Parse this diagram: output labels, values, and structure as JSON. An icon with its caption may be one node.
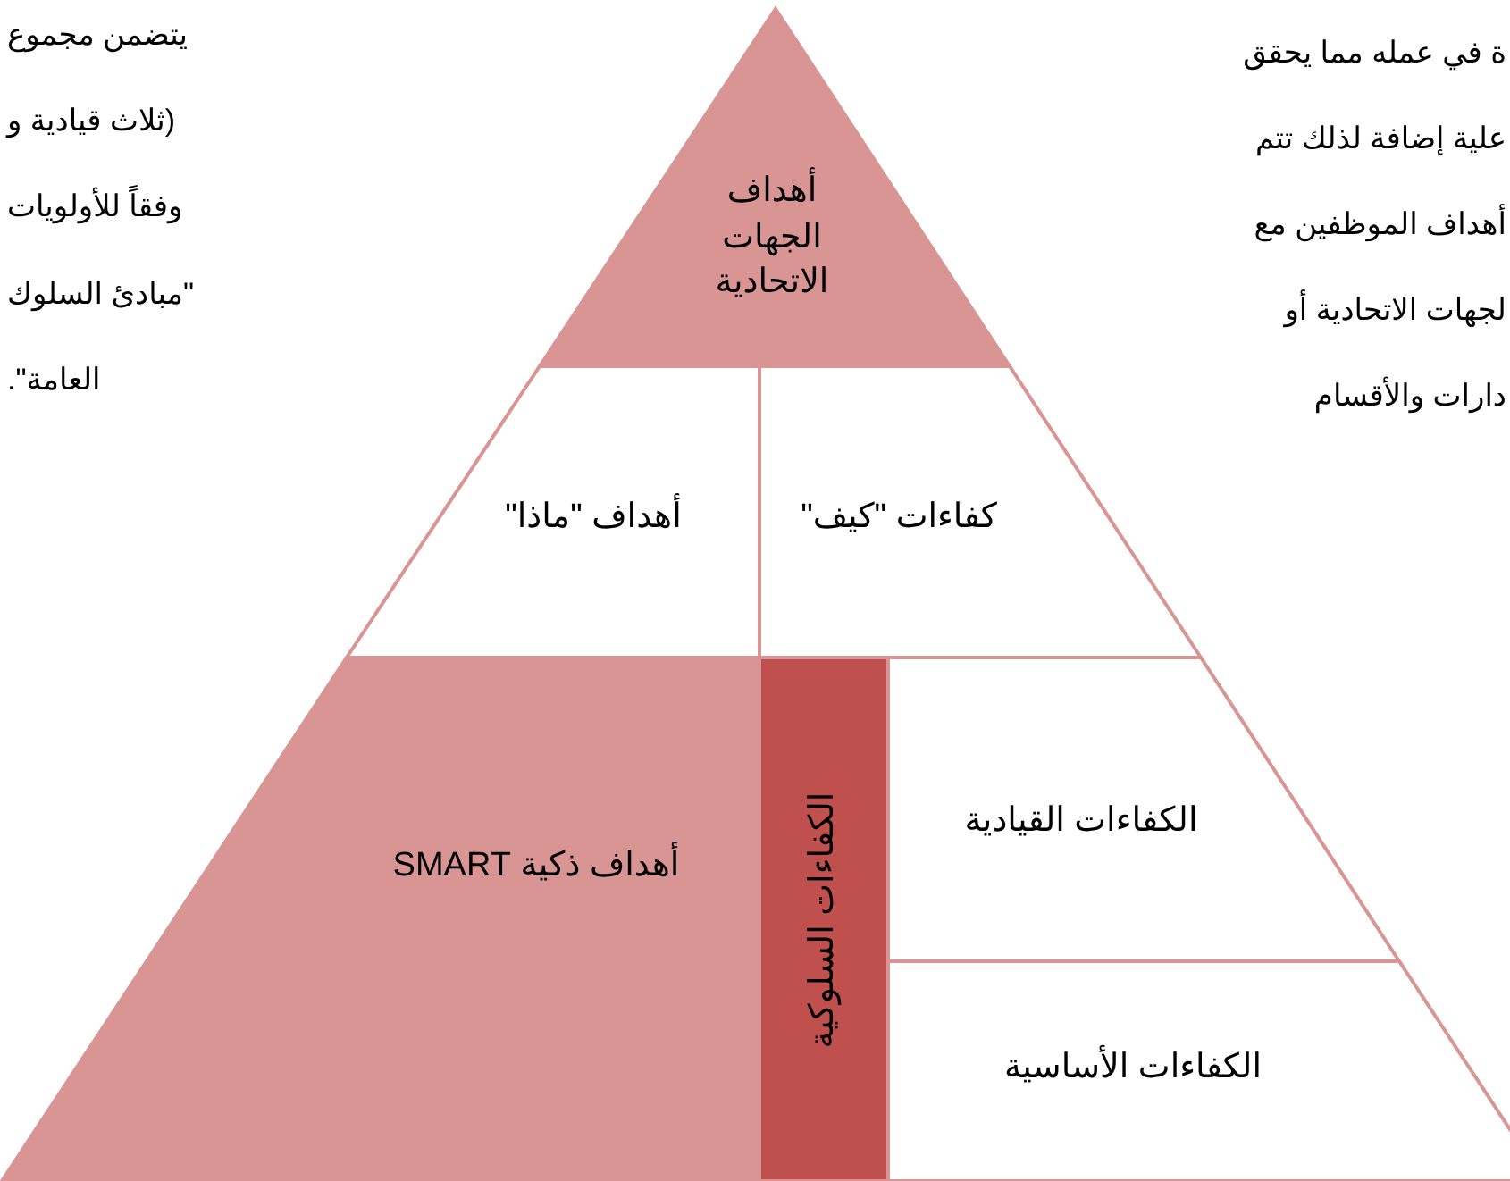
{
  "diagram": {
    "nodes": [
      {
        "text": [
          "أهداف الجهات الاتحادية"
        ]
      },
      {
        "text": [
          "أهداف \"ماذا\""
        ]
      },
      {
        "text": [
          "كفاءات \"كيف\""
        ]
      },
      {
        "text": [
          "أهداف ذكية SMART"
        ]
      },
      {
        "text": [
          "الكفاءات السلوكية"
        ]
      },
      {
        "text": [
          "الكفاءات القيادية"
        ]
      },
      {
        "text": [
          "الكفاءات الأساسية"
        ]
      }
    ],
    "edges": [],
    "labels": [
      "يتضمن مجموع",
      "(ثلاث قيادية و",
      "وفقاً للأولويات",
      "\"مبادئ السلوك",
      "العامة\".",
      "ة في عمله مما يحقق",
      "علية إضافة لذلك تتم",
      "أهداف الموظفين مع",
      "لجهات الاتحادية أو",
      "دارات والأقسام"
    ]
  }
}
